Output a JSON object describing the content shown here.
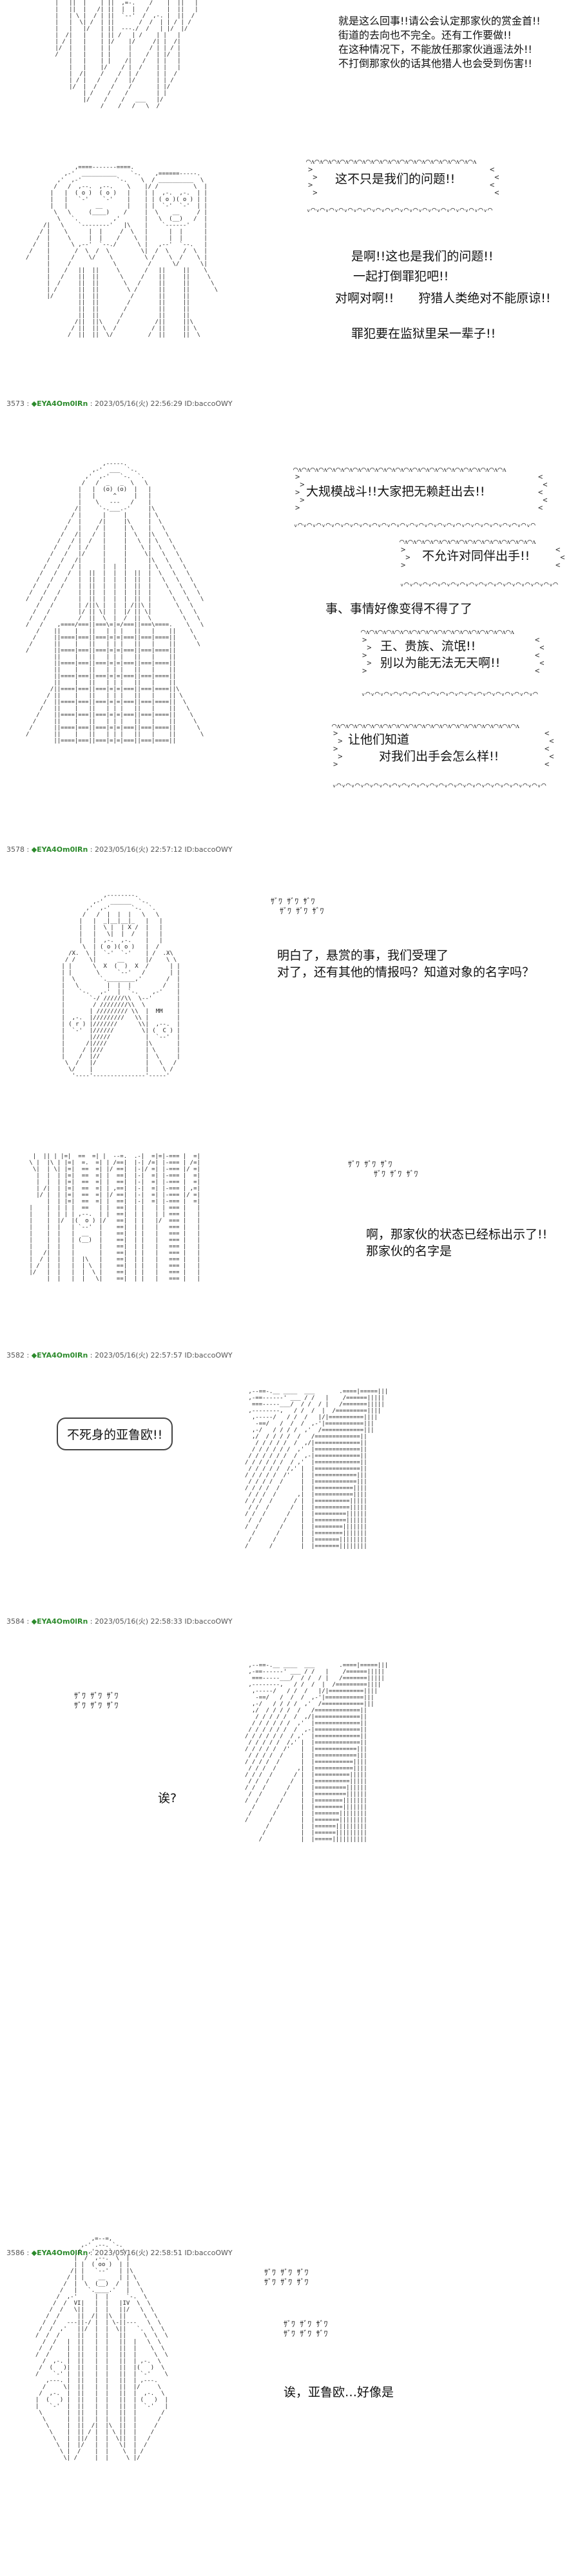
{
  "panel1": {
    "lines": [
      "就是这么回事!!请公会认定那家伙的赏金首!!",
      "街道的去向也不完全。还有工作要做!!",
      "在这种情况下，不能放任那家伙逍遥法外!!",
      "不打倒那家伙的话其他猎人也会受到伤害!!"
    ]
  },
  "panel2": {
    "bubble": "这不只是我们的问题!!",
    "lines": [
      "是啊!!这也是我们的问题!!",
      "一起打倒罪犯吧!!",
      "对啊对啊!!　　狩猎人类绝对不能原谅!!",
      "罪犯要在监狱里呆一辈子!!"
    ]
  },
  "sep1": {
    "num": "3573",
    "name": "◆EYA4Om0lRn",
    "meta": " : 2023/05/16(火) 22:56:29 ID:baccoOWY"
  },
  "panel3": {
    "bubble_top": "大规模战斗!!大家把无赖赶出去!!",
    "bubble_right": "不允许对同伴出手!!",
    "line_mid": "事、事情好像变得不得了了",
    "bubble_mid": [
      "王、贵族、流氓!!",
      "别以为能无法无天啊!!"
    ],
    "bubble_bottom": [
      "让他们知道",
      "对我们出手会怎么样!!"
    ]
  },
  "sep2": {
    "num": "3578",
    "name": "◆EYA4Om0lRn",
    "meta": " : 2023/05/16(火) 22:57:12 ID:baccoOWY"
  },
  "panel4": {
    "sfx": "ｻﾞﾜ ｻﾞﾜ ｻﾞﾜ",
    "lines": [
      "明白了，悬赏的事，我们受理了",
      "对了，还有其他的情报吗？知道对象的名字吗？"
    ]
  },
  "panel5": {
    "sfx": "ｻﾞﾜ ｻﾞﾜ ｻﾞﾜ",
    "lines": [
      "啊，那家伙的状态已经标出示了!!",
      "那家伙的名字是"
    ]
  },
  "sep3": {
    "num": "3582",
    "name": "◆EYA4Om0lRn",
    "meta": " : 2023/05/16(火) 22:57:57 ID:baccoOWY"
  },
  "panel6": {
    "box": "不死身的亚鲁欧!!"
  },
  "sep4": {
    "num": "3584",
    "name": "◆EYA4Om0lRn",
    "meta": " : 2023/05/16(火) 22:58:33 ID:baccoOWY"
  },
  "panel7": {
    "sfx": "ｻﾞﾜ ｻﾞﾜ ｻﾞﾜ",
    "line": "诶?"
  },
  "sep5": {
    "num": "3586",
    "name": "◆EYA4Om0lRn",
    "meta": " : 2023/05/16(火) 22:58:51 ID:baccoOWY"
  },
  "panel8": {
    "sfx": "ｻﾞﾜ ｻﾞﾜ ｻﾞﾜ",
    "line": "诶，亚鲁欧…好像是"
  }
}
